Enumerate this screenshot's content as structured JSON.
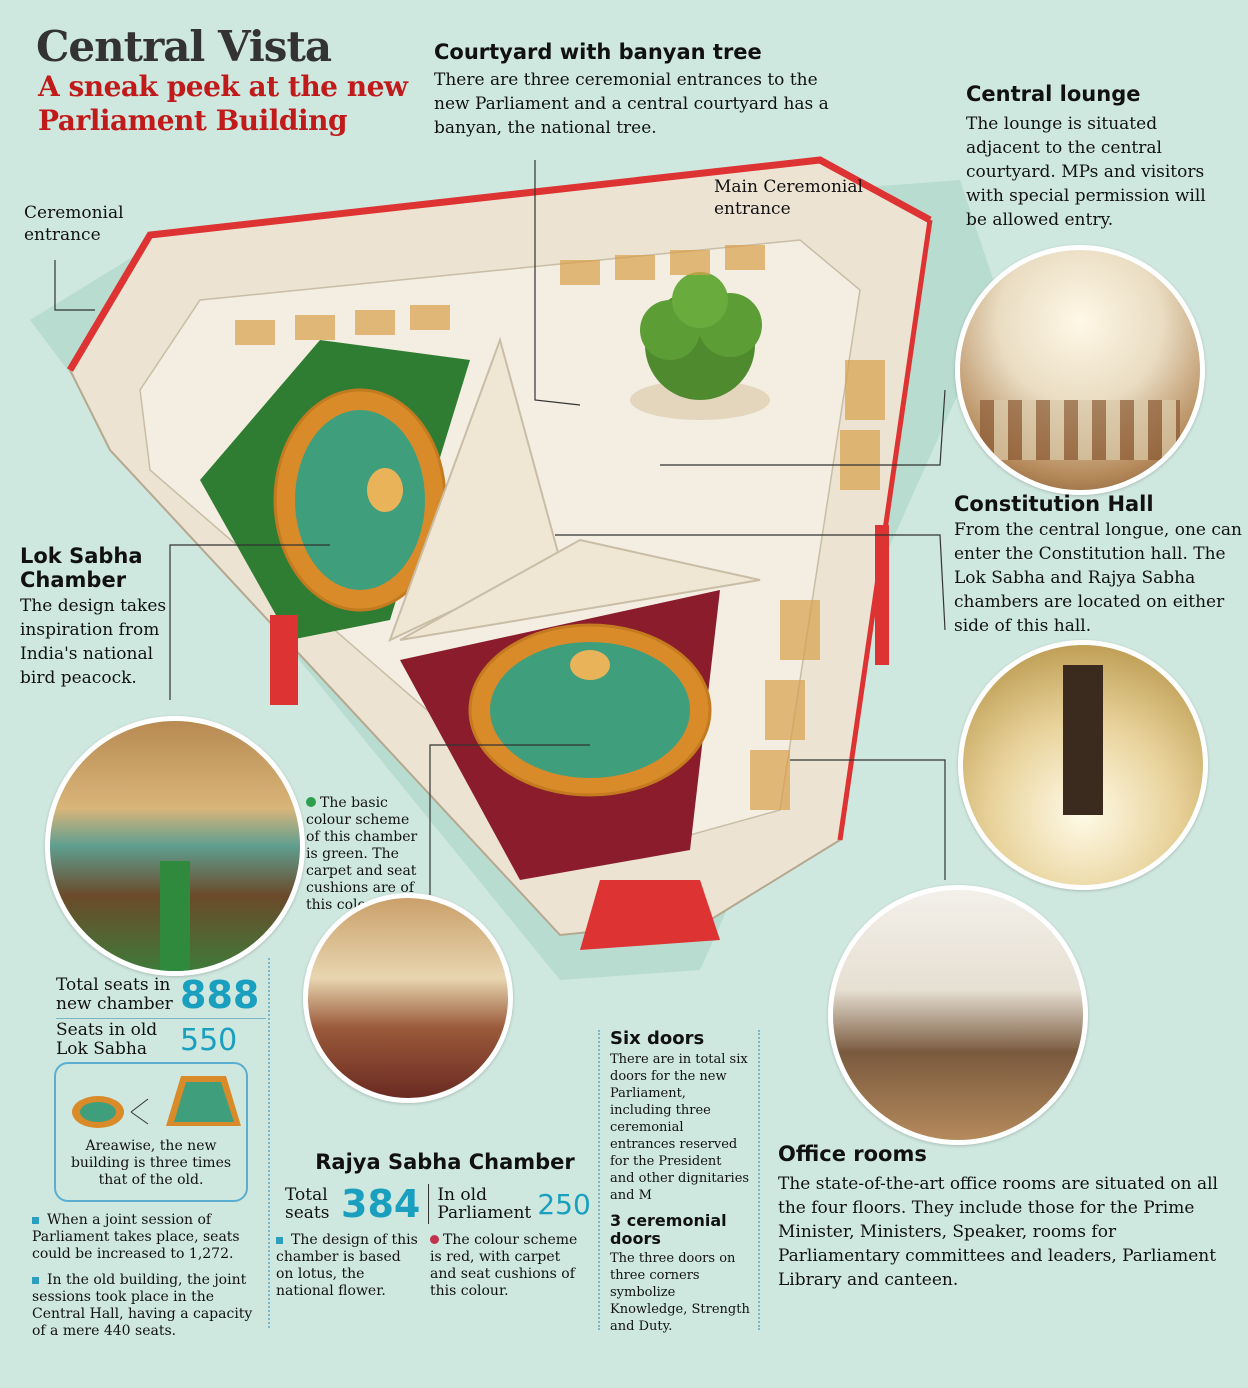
{
  "header": {
    "title": "Central Vista",
    "subtitle": "A sneak peek at the new Parliament Building"
  },
  "courtyard": {
    "heading": "Courtyard with banyan tree",
    "text": "There are three ceremonial entrances to the new Parliament and a central courtyard has a banyan, the national tree."
  },
  "central_lounge": {
    "heading": "Central lounge",
    "text": "The lounge is situated adjacent to the central courtyard. MPs and visitors with special permission will be allowed entry."
  },
  "ceremonial_entrance": {
    "label": "Ceremonial entrance"
  },
  "main_entrance": {
    "label": "Main Ceremonial entrance"
  },
  "constitution_hall": {
    "heading": "Constitution Hall",
    "text": "From the central longue, one can enter the Constitution hall. The Lok Sabha and Rajya Sabha chambers are located on either side of this hall."
  },
  "lok_sabha": {
    "heading": "Lok Sabha Chamber",
    "text": "The design takes inspiration from India's national bird peacock.",
    "colour_note": "The basic colour scheme of this chamber is green. The carpet and seat cushions are of this colour.",
    "total_label": "Total seats in new chamber",
    "total_value": "888",
    "old_label": "Seats in old Lok Sabha",
    "old_value": "550",
    "area_note": "Areawise, the new building is three times that of the old.",
    "bullets": [
      "When a joint session of Parliament takes place, seats could be increased to 1,272.",
      "In the old building, the joint sessions took place in the Central Hall, having a capacity of a mere 440 seats."
    ]
  },
  "rajya_sabha": {
    "heading": "Rajya Sabha Chamber",
    "total_label": "Total seats",
    "total_value": "384",
    "old_label": "In old Parliament",
    "old_value": "250",
    "bullet1": "The design of this chamber is based on lotus, the national flower.",
    "bullet2": "The colour scheme is red, with carpet and seat cushions of this colour."
  },
  "six_doors": {
    "heading": "Six doors",
    "text": "There are in total six doors for the new Parliament, including three ceremonial entrances reserved for the President and other dignitaries and M"
  },
  "ceremonial_doors": {
    "heading": "3 ceremonial doors",
    "text": "The three doors on three corners symbolize Knowledge, Strength and Duty."
  },
  "office_rooms": {
    "heading": "Office rooms",
    "text": "The state-of-the-art office rooms are situated on all the four floors. They include those for the Prime Minister, Ministers, Speaker, rooms for Parliamentary committees and leaders, Parliament Library and canteen."
  },
  "colors": {
    "background": "#cfe8df",
    "accent_red": "#c01a1a",
    "accent_blue": "#1a9fbf",
    "wall": "#e8ddcc",
    "lok_green": "#2e7d32",
    "rajya_red": "#8a1c2b"
  }
}
